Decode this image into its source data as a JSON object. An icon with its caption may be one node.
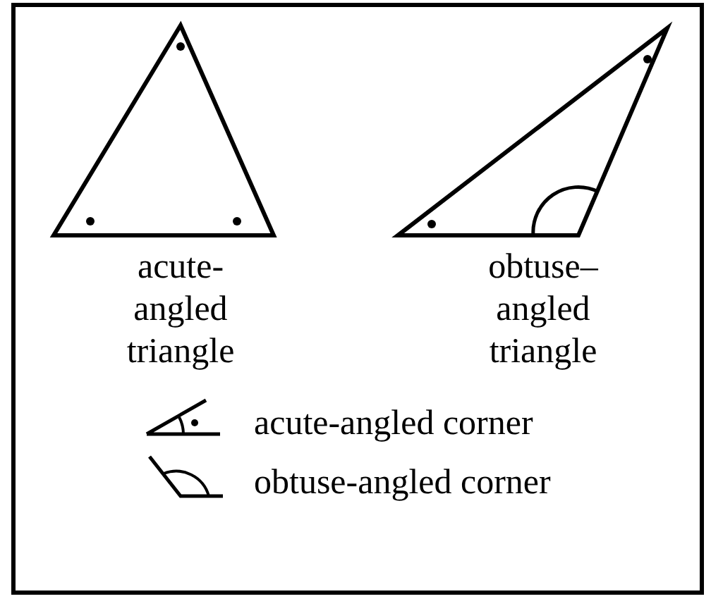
{
  "diagram": {
    "labels": [
      "acute- angled triangle",
      "obtuse– angled triangle"
    ],
    "legend": [
      {
        "text": "acute-angled corner"
      },
      {
        "text": "obtuse-angled corner"
      }
    ]
  }
}
